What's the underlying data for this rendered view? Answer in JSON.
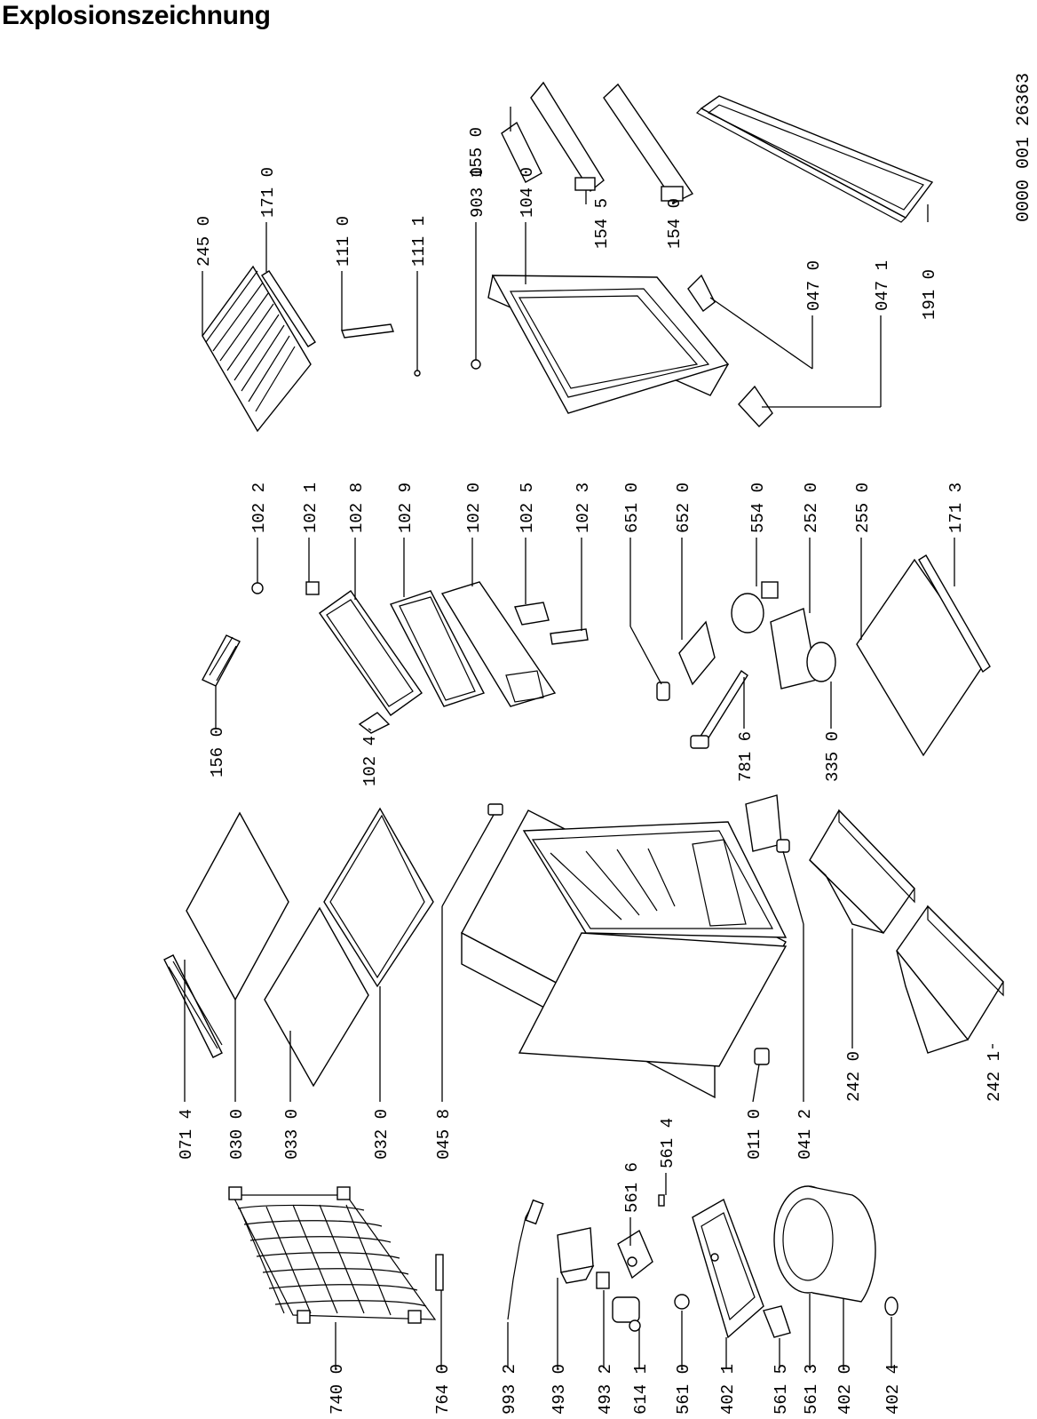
{
  "title": "Explosionszeichnung",
  "drawing_number": "0000 001 26363",
  "parts": [
    {
      "id": "p7400",
      "label": "740 0"
    },
    {
      "id": "p7640",
      "label": "764 0"
    },
    {
      "id": "p9932",
      "label": "993 2"
    },
    {
      "id": "p4930",
      "label": "493 0"
    },
    {
      "id": "p4932",
      "label": "493 2"
    },
    {
      "id": "p6141",
      "label": "614 1"
    },
    {
      "id": "p5610",
      "label": "561 0"
    },
    {
      "id": "p4021",
      "label": "402 1"
    },
    {
      "id": "p5615",
      "label": "561 5"
    },
    {
      "id": "p5613",
      "label": "561 3"
    },
    {
      "id": "p4020",
      "label": "402 0"
    },
    {
      "id": "p4024",
      "label": "402 4"
    },
    {
      "id": "p5616",
      "label": "561 6"
    },
    {
      "id": "p5614",
      "label": "561 4"
    },
    {
      "id": "p0714",
      "label": "071 4"
    },
    {
      "id": "p0300",
      "label": "030 0"
    },
    {
      "id": "p0330",
      "label": "033 0"
    },
    {
      "id": "p0320",
      "label": "032 0"
    },
    {
      "id": "p0458",
      "label": "045 8"
    },
    {
      "id": "p0110",
      "label": "011 0"
    },
    {
      "id": "p0412",
      "label": "041 2"
    },
    {
      "id": "p2420",
      "label": "242 0"
    },
    {
      "id": "p2421",
      "label": "242 1"
    },
    {
      "id": "p1560",
      "label": "156 0"
    },
    {
      "id": "p1024",
      "label": "102 4"
    },
    {
      "id": "p7816",
      "label": "781 6"
    },
    {
      "id": "p3350",
      "label": "335 0"
    },
    {
      "id": "p1022",
      "label": "102 2"
    },
    {
      "id": "p1021",
      "label": "102 1"
    },
    {
      "id": "p1028",
      "label": "102 8"
    },
    {
      "id": "p1029",
      "label": "102 9"
    },
    {
      "id": "p1020",
      "label": "102 0"
    },
    {
      "id": "p1025",
      "label": "102 5"
    },
    {
      "id": "p1023",
      "label": "102 3"
    },
    {
      "id": "p6510",
      "label": "651 0"
    },
    {
      "id": "p6520",
      "label": "652 0"
    },
    {
      "id": "p5540",
      "label": "554 0"
    },
    {
      "id": "p2520",
      "label": "252 0"
    },
    {
      "id": "p2550",
      "label": "255 0"
    },
    {
      "id": "p1713",
      "label": "171 3"
    },
    {
      "id": "p2450",
      "label": "245 0"
    },
    {
      "id": "p1710",
      "label": "171 0"
    },
    {
      "id": "p1110",
      "label": "111 0"
    },
    {
      "id": "p1111",
      "label": "111 1"
    },
    {
      "id": "p9030",
      "label": "903 0"
    },
    {
      "id": "p1040",
      "label": "104 0"
    },
    {
      "id": "p1550",
      "label": "155 0"
    },
    {
      "id": "p1545",
      "label": "154 5"
    },
    {
      "id": "p1540",
      "label": "154 0"
    },
    {
      "id": "p0470",
      "label": "047 0"
    },
    {
      "id": "p0471",
      "label": "047 1"
    },
    {
      "id": "p1910",
      "label": "191 0"
    }
  ]
}
